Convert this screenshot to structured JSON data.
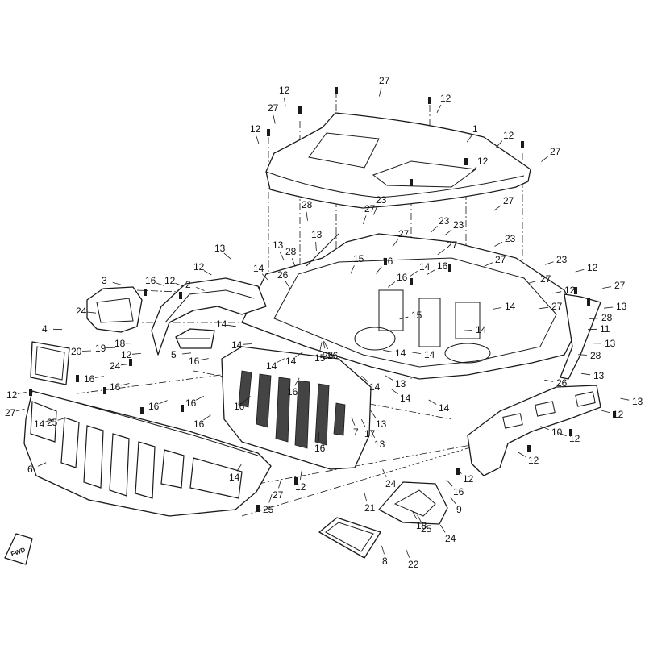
{
  "diagram": {
    "background": "#ffffff",
    "line_color": "#1a1a1a",
    "direction_marker": "FWD",
    "callouts": [
      "1",
      "2",
      "3",
      "4",
      "5",
      "6",
      "7",
      "8",
      "9",
      "10",
      "11",
      "12",
      "12",
      "12",
      "12",
      "12",
      "12",
      "12",
      "12",
      "12",
      "12",
      "12",
      "12",
      "12",
      "12",
      "12",
      "12",
      "13",
      "13",
      "13",
      "13",
      "13",
      "13",
      "13",
      "13",
      "13",
      "13",
      "14",
      "14",
      "14",
      "14",
      "14",
      "14",
      "14",
      "14",
      "14",
      "14",
      "14",
      "14",
      "14",
      "14",
      "14",
      "15",
      "15",
      "15",
      "16",
      "16",
      "16",
      "16",
      "16",
      "16",
      "16",
      "16",
      "16",
      "16",
      "16",
      "16",
      "16",
      "16",
      "17",
      "18",
      "18",
      "19",
      "20",
      "21",
      "22",
      "23",
      "23",
      "23",
      "23",
      "23",
      "24",
      "24",
      "24",
      "24",
      "25",
      "25",
      "25",
      "25",
      "26",
      "26",
      "26",
      "27",
      "27",
      "27",
      "27",
      "27",
      "27",
      "27",
      "27",
      "27",
      "27",
      "27",
      "27",
      "27",
      "28",
      "28",
      "28",
      "28"
    ]
  }
}
